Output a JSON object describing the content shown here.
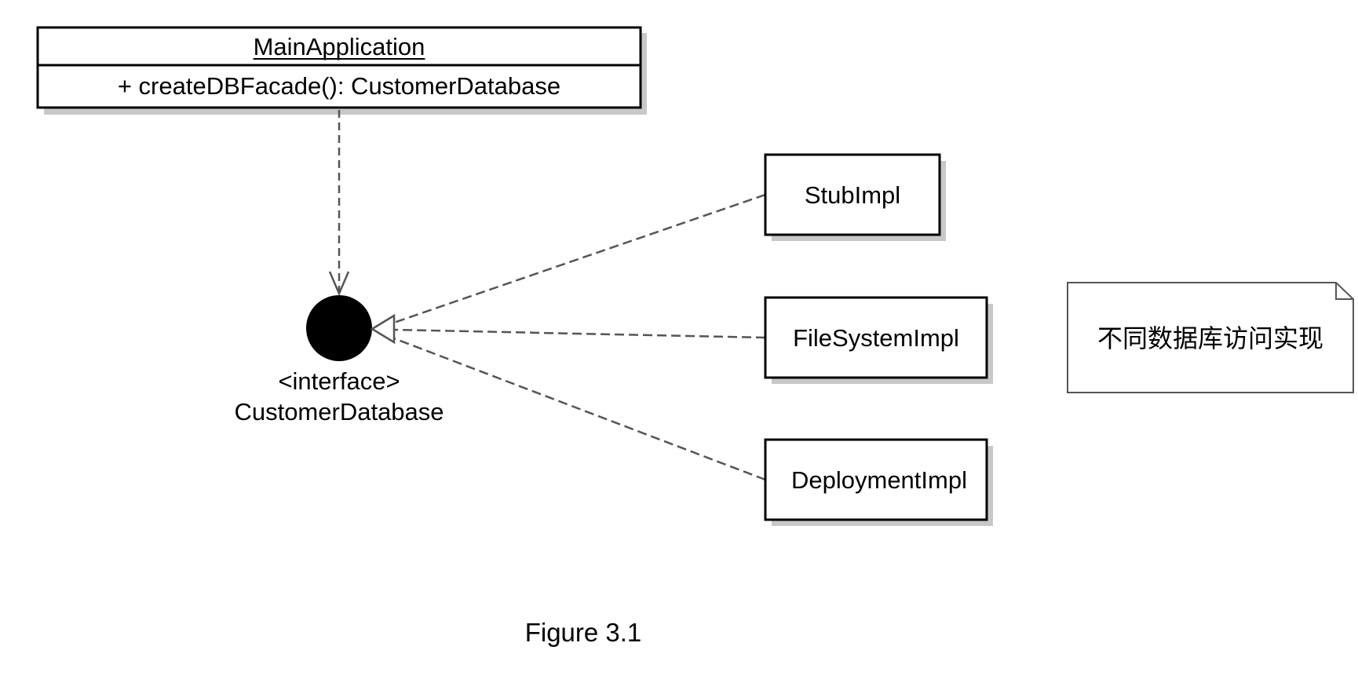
{
  "main_class": {
    "name": "MainApplication",
    "operation": "+ createDBFacade(): CustomerDatabase"
  },
  "interface": {
    "stereotype": "<interface>",
    "name": "CustomerDatabase"
  },
  "implementations": [
    {
      "name": "StubImpl"
    },
    {
      "name": "FileSystemImpl"
    },
    {
      "name": "DeploymentImpl"
    }
  ],
  "note": {
    "text": "不同数据库访问实现"
  },
  "caption": "Figure 3.1",
  "colors": {
    "line": "#000000",
    "shadow": "#c8c8c8",
    "dash": "#555555",
    "interface_fill": "#000000"
  }
}
